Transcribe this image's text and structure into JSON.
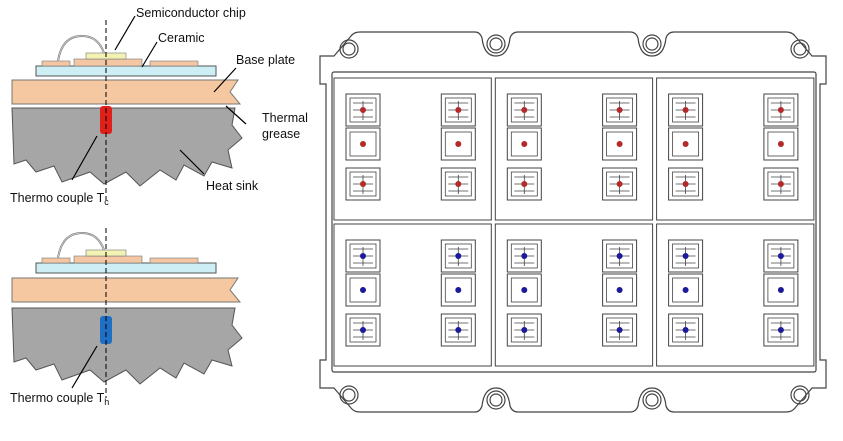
{
  "labels": {
    "semiconductor_chip": "Semiconductor chip",
    "ceramic": "Ceramic",
    "base_plate": "Base plate",
    "thermal_grease_line1": "Thermal",
    "thermal_grease_line2": "grease",
    "heat_sink": "Heat sink",
    "thermo_couple": "Thermo couple T",
    "tc_subscript": "c",
    "th_subscript": "h"
  },
  "colors": {
    "chip": "#f2f2b3",
    "ceramic": "#cdeef5",
    "copper_pad": "#f3c7a3",
    "base_plate": "#f6c8a1",
    "heat_sink": "#a6a6a6",
    "thermocouple_c": "#e0201b",
    "thermocouple_h": "#1f6fc4",
    "sensor_dot_top": "#b22a2a",
    "sensor_dot_bottom": "#1a1a9a",
    "module_outline": "#444444"
  },
  "module": {
    "rows": 2,
    "columns": 3,
    "top_row_dot": "red",
    "bottom_row_dot": "blue"
  }
}
